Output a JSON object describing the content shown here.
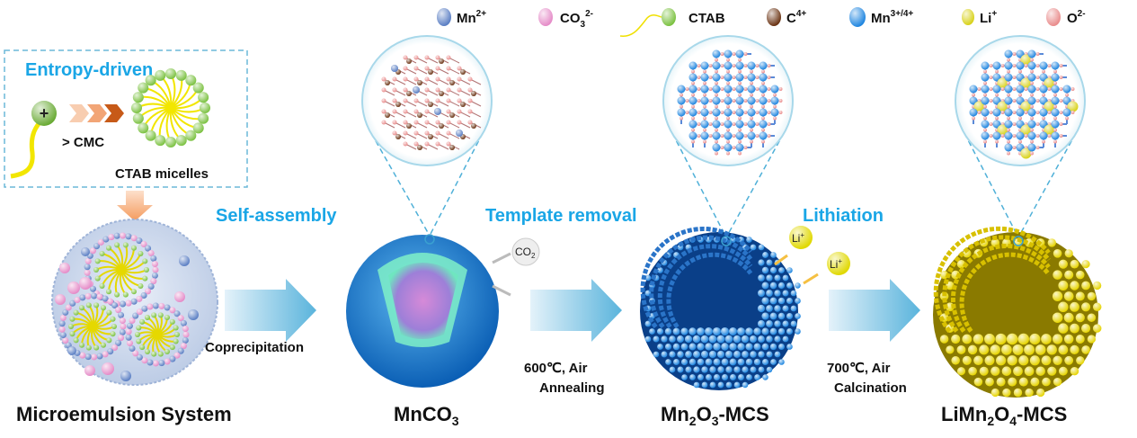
{
  "legend": [
    {
      "base": "Mn",
      "sup": "2+",
      "color": "#5b7fc4"
    },
    {
      "base": "CO",
      "sub": "3",
      "sup": "2-",
      "color": "#e58cc8"
    },
    {
      "base": "CTAB",
      "color": "#7cc242"
    },
    {
      "base": "C",
      "sup": "4+",
      "color": "#6b3414"
    },
    {
      "base": "Mn",
      "sup": "3+/4+",
      "color": "#1f86e0"
    },
    {
      "base": "Li",
      "sup": "+",
      "color": "#d8d21a"
    },
    {
      "base": "O",
      "sup": "2-",
      "color": "#e98c8c"
    }
  ],
  "inset": {
    "title": "Entropy-driven",
    "cmc": "> CMC",
    "micelles": "CTAB micelles",
    "charge": "+"
  },
  "steps": {
    "self_assembly": "Self-assembly",
    "template_removal": "Template removal",
    "lithiation": "Lithiation",
    "coprecipitation": "Coprecipitation",
    "annealing_line1": "600℃, Air",
    "annealing_line2": "Annealing",
    "calcination_line1": "700℃, Air",
    "calcination_line2": "Calcination"
  },
  "labels": {
    "microemulsion": "Microemulsion System",
    "mnco3": {
      "a": "MnCO",
      "b": "3"
    },
    "mn2o3": {
      "a": "Mn",
      "b": "2",
      "c": "O",
      "d": "3",
      "e": "-MCS"
    },
    "limn2o4": {
      "a": "LiMn",
      "b": "2",
      "c": "O",
      "d": "4",
      "e": "-MCS"
    }
  },
  "co2": {
    "a": "CO",
    "b": "2"
  },
  "li_ion": {
    "a": "Li",
    "b": "+"
  },
  "colors": {
    "cyan": "#1aa6e6",
    "arrow": "#6cc0e0",
    "orange": "#f49a5c"
  }
}
